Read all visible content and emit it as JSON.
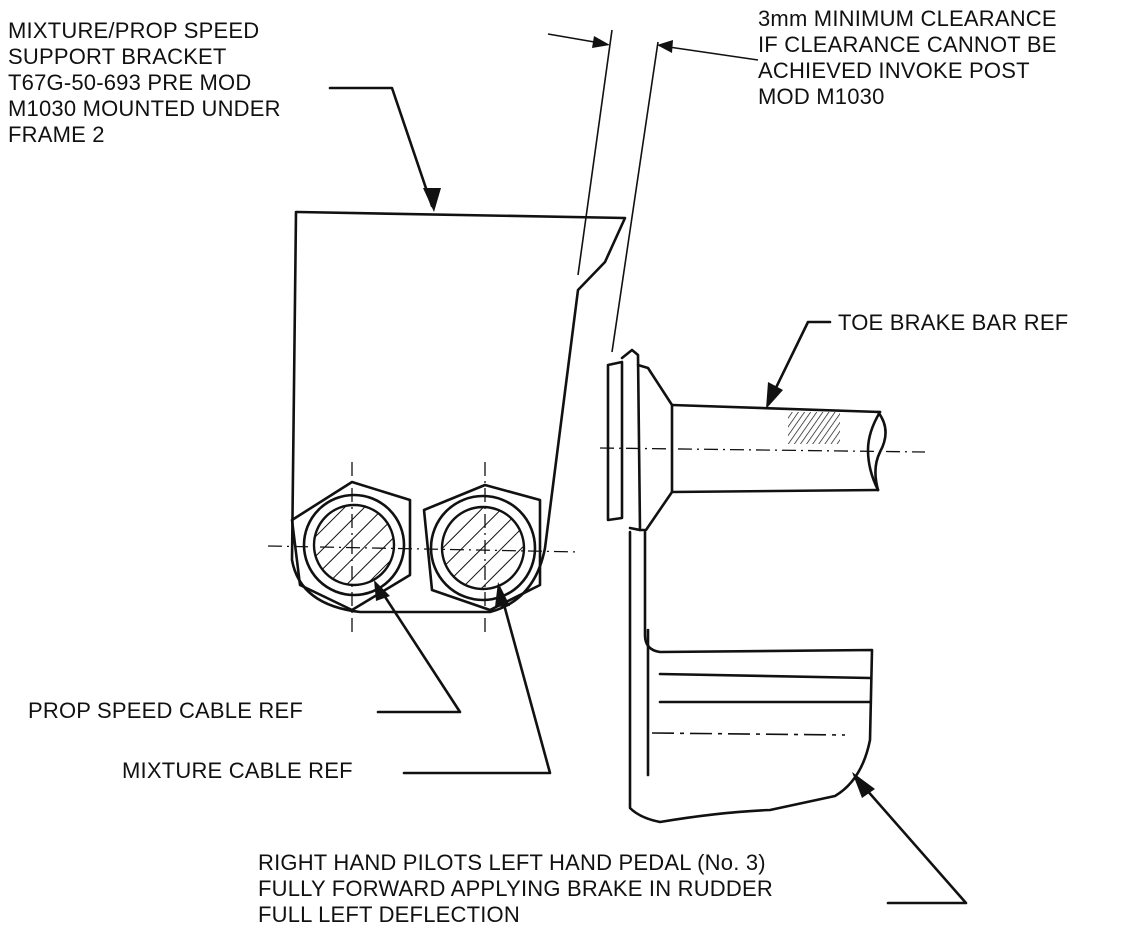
{
  "labels": {
    "bracket": [
      "MIXTURE/PROP SPEED",
      "SUPPORT BRACKET",
      "T67G-50-693 PRE MOD",
      "M1030 MOUNTED UNDER",
      "FRAME 2"
    ],
    "clearance": [
      "3mm MINIMUM CLEARANCE",
      "IF CLEARANCE CANNOT BE",
      "ACHIEVED INVOKE POST",
      "MOD M1030"
    ],
    "toe_brake": "TOE BRAKE BAR REF",
    "prop_cable": "PROP SPEED CABLE REF",
    "mixture_cable": "MIXTURE CABLE REF",
    "pedal": [
      "RIGHT HAND PILOTS LEFT HAND PEDAL (No. 3)",
      "FULLY FORWARD APPLYING BRAKE IN RUDDER",
      "FULL LEFT DEFLECTION"
    ]
  },
  "colors": {
    "ink": "#111111",
    "paper": "#ffffff"
  }
}
